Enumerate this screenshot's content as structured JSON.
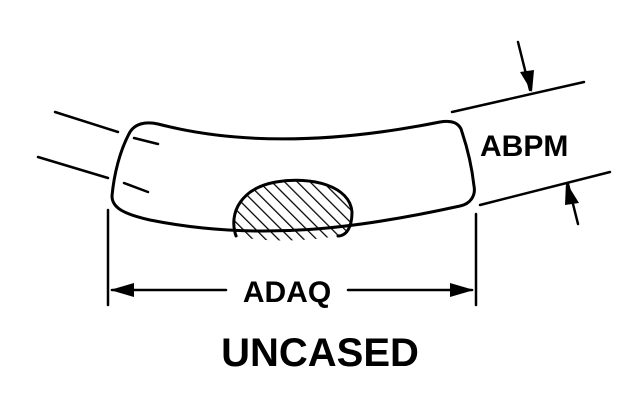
{
  "labels": {
    "thickness": "ABPM",
    "length": "ADAQ",
    "caption": "UNCASED"
  },
  "colors": {
    "ink": "#000000",
    "background": "#ffffff"
  }
}
